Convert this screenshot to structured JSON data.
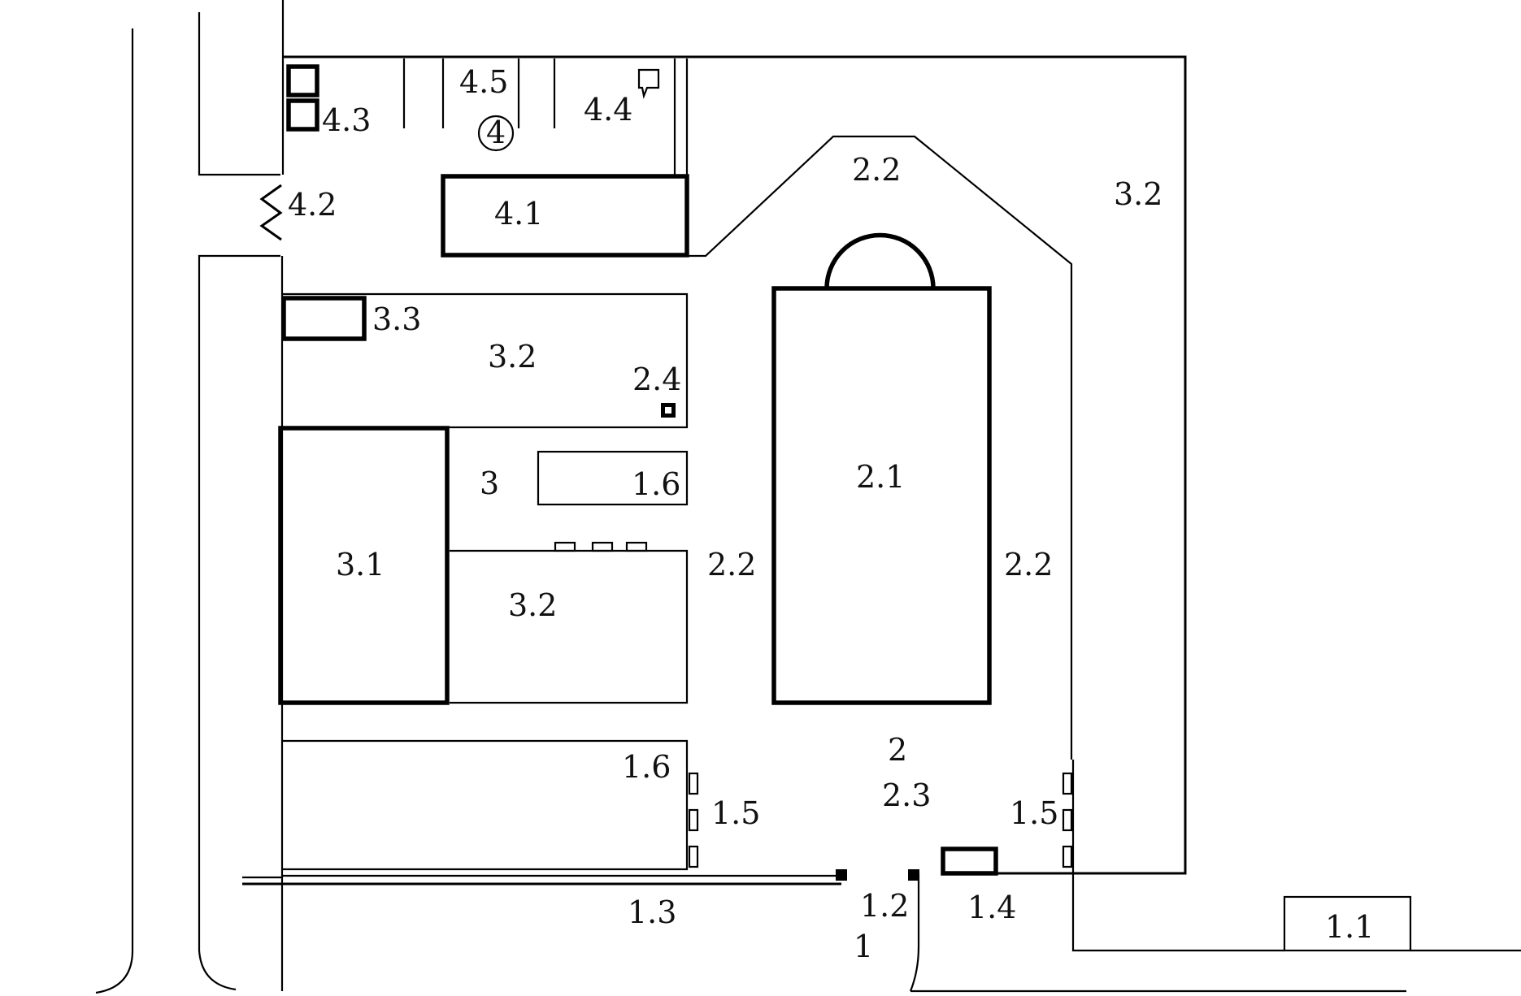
{
  "labels": {
    "z4_3": "4.3",
    "z4_5": "4.5",
    "z4_4": "4.4",
    "z4_1": "4.1",
    "z4_2": "4.2",
    "z4_circle": "4",
    "z2_2_top": "2.2",
    "z3_2_right": "3.2",
    "z3_3": "3.3",
    "z3_2_upper": "3.2",
    "z2_4": "2.4",
    "z2_1": "2.1",
    "z3": "3",
    "z1_6_upper": "1.6",
    "z3_1": "3.1",
    "z3_2_mid": "3.2",
    "z2_2_mid": "2.2",
    "z2_2_right": "2.2",
    "z2": "2",
    "z1_6_lower": "1.6",
    "z2_3": "2.3",
    "z1_5_left": "1.5",
    "z1_5_right": "1.5",
    "z1_3": "1.3",
    "z1_2": "1.2",
    "z1": "1",
    "z1_4": "1.4",
    "z1_1": "1.1"
  },
  "colors": {
    "line": "#000000",
    "background": "#ffffff",
    "text": "#111111"
  }
}
